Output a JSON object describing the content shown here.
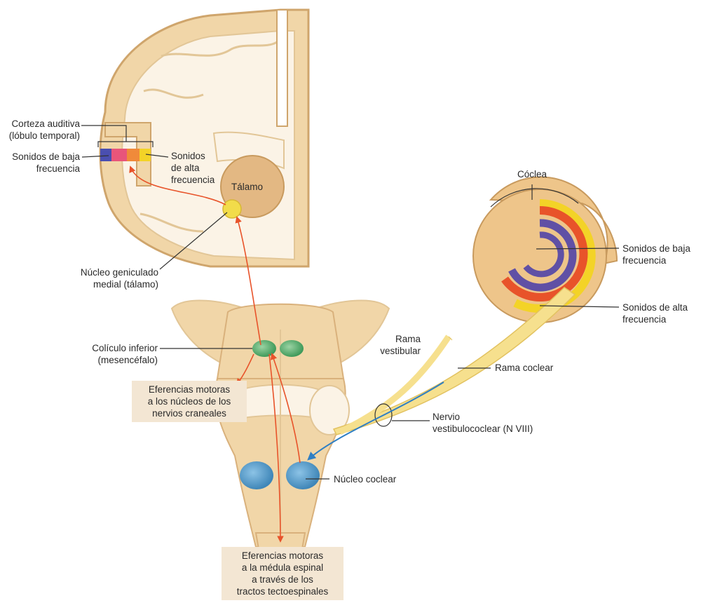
{
  "labels": {
    "auditory_cortex": [
      "Corteza auditiva",
      "(lóbulo temporal)"
    ],
    "cortex_low": [
      "Sonidos de baja",
      "frecuencia"
    ],
    "cortex_high": [
      "Sonidos",
      "de alta",
      "frecuencia"
    ],
    "thalamus": "Tálamo",
    "mgn": [
      "Núcleo geniculado",
      "medial (tálamo)"
    ],
    "cochlea": "Cóclea",
    "cochlea_low": [
      "Sonidos de baja",
      "frecuencia"
    ],
    "cochlea_high": [
      "Sonidos de alta",
      "frecuencia"
    ],
    "vestibular_branch": [
      "Rama",
      "vestibular"
    ],
    "cochlear_branch": "Rama coclear",
    "inferior_colliculus": [
      "Colículo inferior",
      "(mesencéfalo)"
    ],
    "motor_cranial": [
      "Eferencias motoras",
      "a los núcleos de los",
      "nervios craneales"
    ],
    "vestibulocochlear_nerve": [
      "Nervio",
      "vestibulococlear (N VIII)"
    ],
    "cochlear_nucleus": "Núcleo coclear",
    "motor_spinal": [
      "Eferencias motoras",
      "a la médula espinal",
      "a través de los",
      "tractos tectoespinales"
    ]
  },
  "colors": {
    "tissue": "#f1d6a8",
    "tissue_dark": "#d9b17c",
    "pathway": "#e8532a",
    "nerve_input": "#2f7fc4",
    "thalamus": "#e3b883",
    "mgn": "#f2dc4a",
    "colliculus": "#4fae6a",
    "cochlear_nucleus": "#4f9ac8",
    "low_freq": "#5a4ea8",
    "high_freq": "#f3d327",
    "mid_freq": "#e65a3a",
    "box": "#f3e6d3"
  }
}
